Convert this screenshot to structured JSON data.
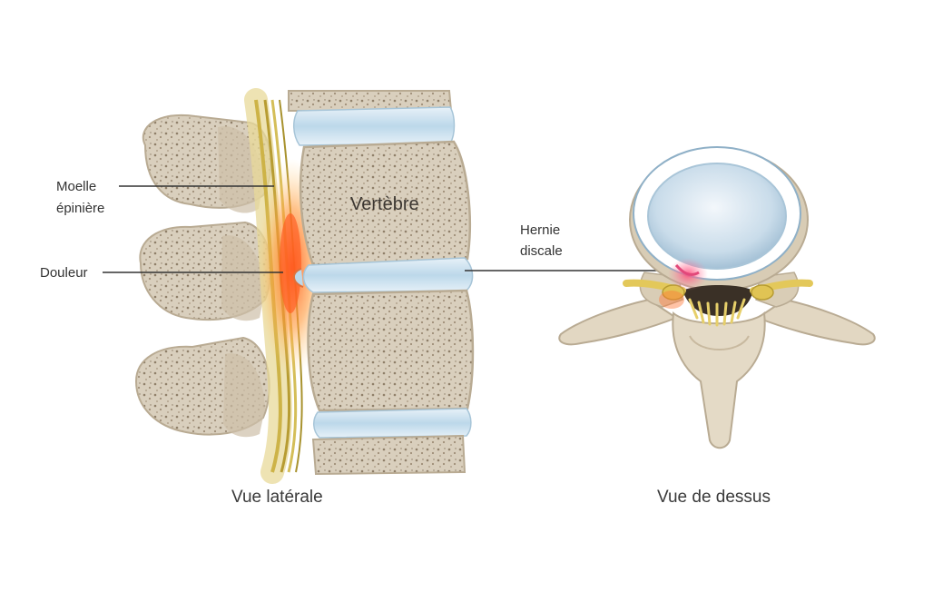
{
  "labels": {
    "spinal_cord": [
      "Moelle",
      "épinière"
    ],
    "pain": "Douleur",
    "vertebra": "Vertèbre",
    "herniated_disc": [
      "Hernie",
      "discale"
    ]
  },
  "captions": {
    "lateral_view": "Vue latérale",
    "top_view": "Vue de dessus"
  },
  "colors": {
    "bone": "#dcd2c0",
    "bone_shadow": "#b9ab93",
    "disc": "#cfe3ef",
    "nerve": "#d9c15a",
    "pain": "#ff6a2a",
    "leader_line": "#333333"
  }
}
